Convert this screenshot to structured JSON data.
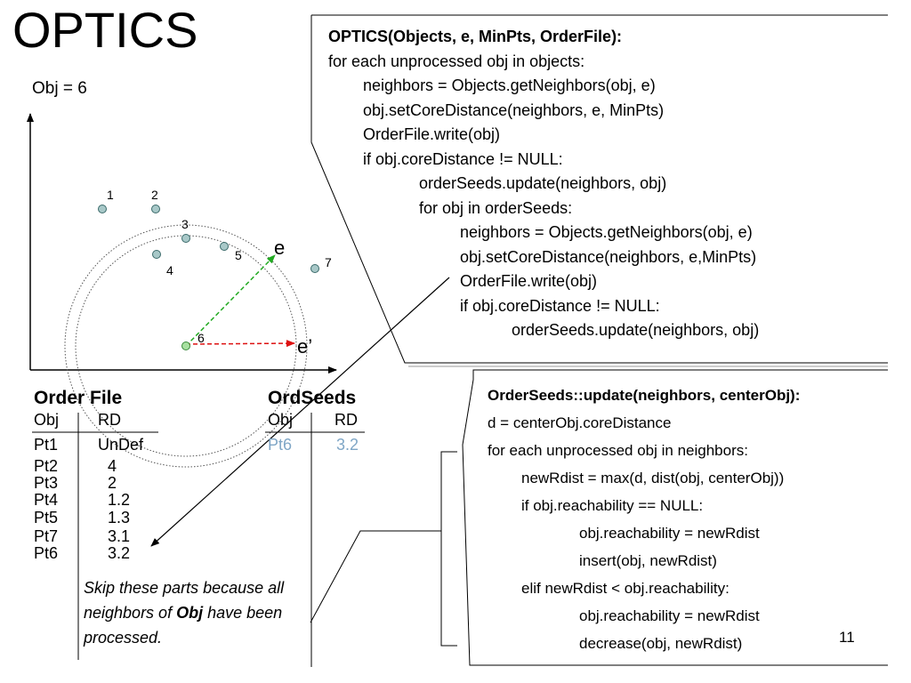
{
  "slide": {
    "title": "OPTICS",
    "obj_count": "Obj = 6",
    "page_number": "11"
  },
  "diagram": {
    "points": [
      {
        "label": "1"
      },
      {
        "label": "2"
      },
      {
        "label": "3"
      },
      {
        "label": "4"
      },
      {
        "label": "5"
      },
      {
        "label": "6"
      },
      {
        "label": "7"
      }
    ],
    "eps_label": "e",
    "eps_prime_label": "e’",
    "colors": {
      "point_fill": "#a8c8c8",
      "point_stroke": "#3a6a6a",
      "green_arrow": "#22aa22",
      "red_arrow": "#dd1111"
    }
  },
  "order_file": {
    "title": "Order File",
    "headers": [
      "Obj",
      "RD"
    ],
    "rows": [
      [
        "Pt1",
        "UnDef"
      ],
      [
        "Pt2",
        "4"
      ],
      [
        "Pt3",
        "2"
      ],
      [
        "Pt4",
        "1.2"
      ],
      [
        "Pt5",
        "1.3"
      ],
      [
        "Pt7",
        "3.1"
      ],
      [
        "Pt6",
        "3.2"
      ]
    ]
  },
  "ord_seeds": {
    "title": "OrdSeeds",
    "headers": [
      "Obj",
      "RD"
    ],
    "rows": [
      [
        "Pt6",
        "3.2"
      ]
    ],
    "row_color": "#7fa6c6"
  },
  "skip_note": {
    "pre": "Skip these parts because all",
    "line2_pre": "neighbors of ",
    "bold": "Obj",
    "line2_post": " have been",
    "line3": "processed."
  },
  "optics_code": {
    "lines": [
      "OPTICS(Objects, e, MinPts, OrderFile):",
      "for each unprocessed obj in objects:",
      "neighbors = Objects.getNeighbors(obj, e)",
      "obj.setCoreDistance(neighbors, e, MinPts)",
      "OrderFile.write(obj)",
      "if obj.coreDistance != NULL:",
      "orderSeeds.update(neighbors, obj)",
      "for obj in orderSeeds:",
      "neighbors = Objects.getNeighbors(obj, e)",
      "obj.setCoreDistance(neighbors, e,MinPts)",
      "OrderFile.write(obj)",
      "if obj.coreDistance != NULL:",
      "orderSeeds.update(neighbors, obj)"
    ]
  },
  "update_code": {
    "lines": [
      "OrderSeeds::update(neighbors, centerObj):",
      "d = centerObj.coreDistance",
      "for each unprocessed obj in neighbors:",
      "newRdist = max(d, dist(obj, centerObj))",
      "if obj.reachability == NULL:",
      "obj.reachability = newRdist",
      "insert(obj, newRdist)",
      "elif newRdist < obj.reachability:",
      "obj.reachability = newRdist",
      "decrease(obj, newRdist)"
    ]
  }
}
